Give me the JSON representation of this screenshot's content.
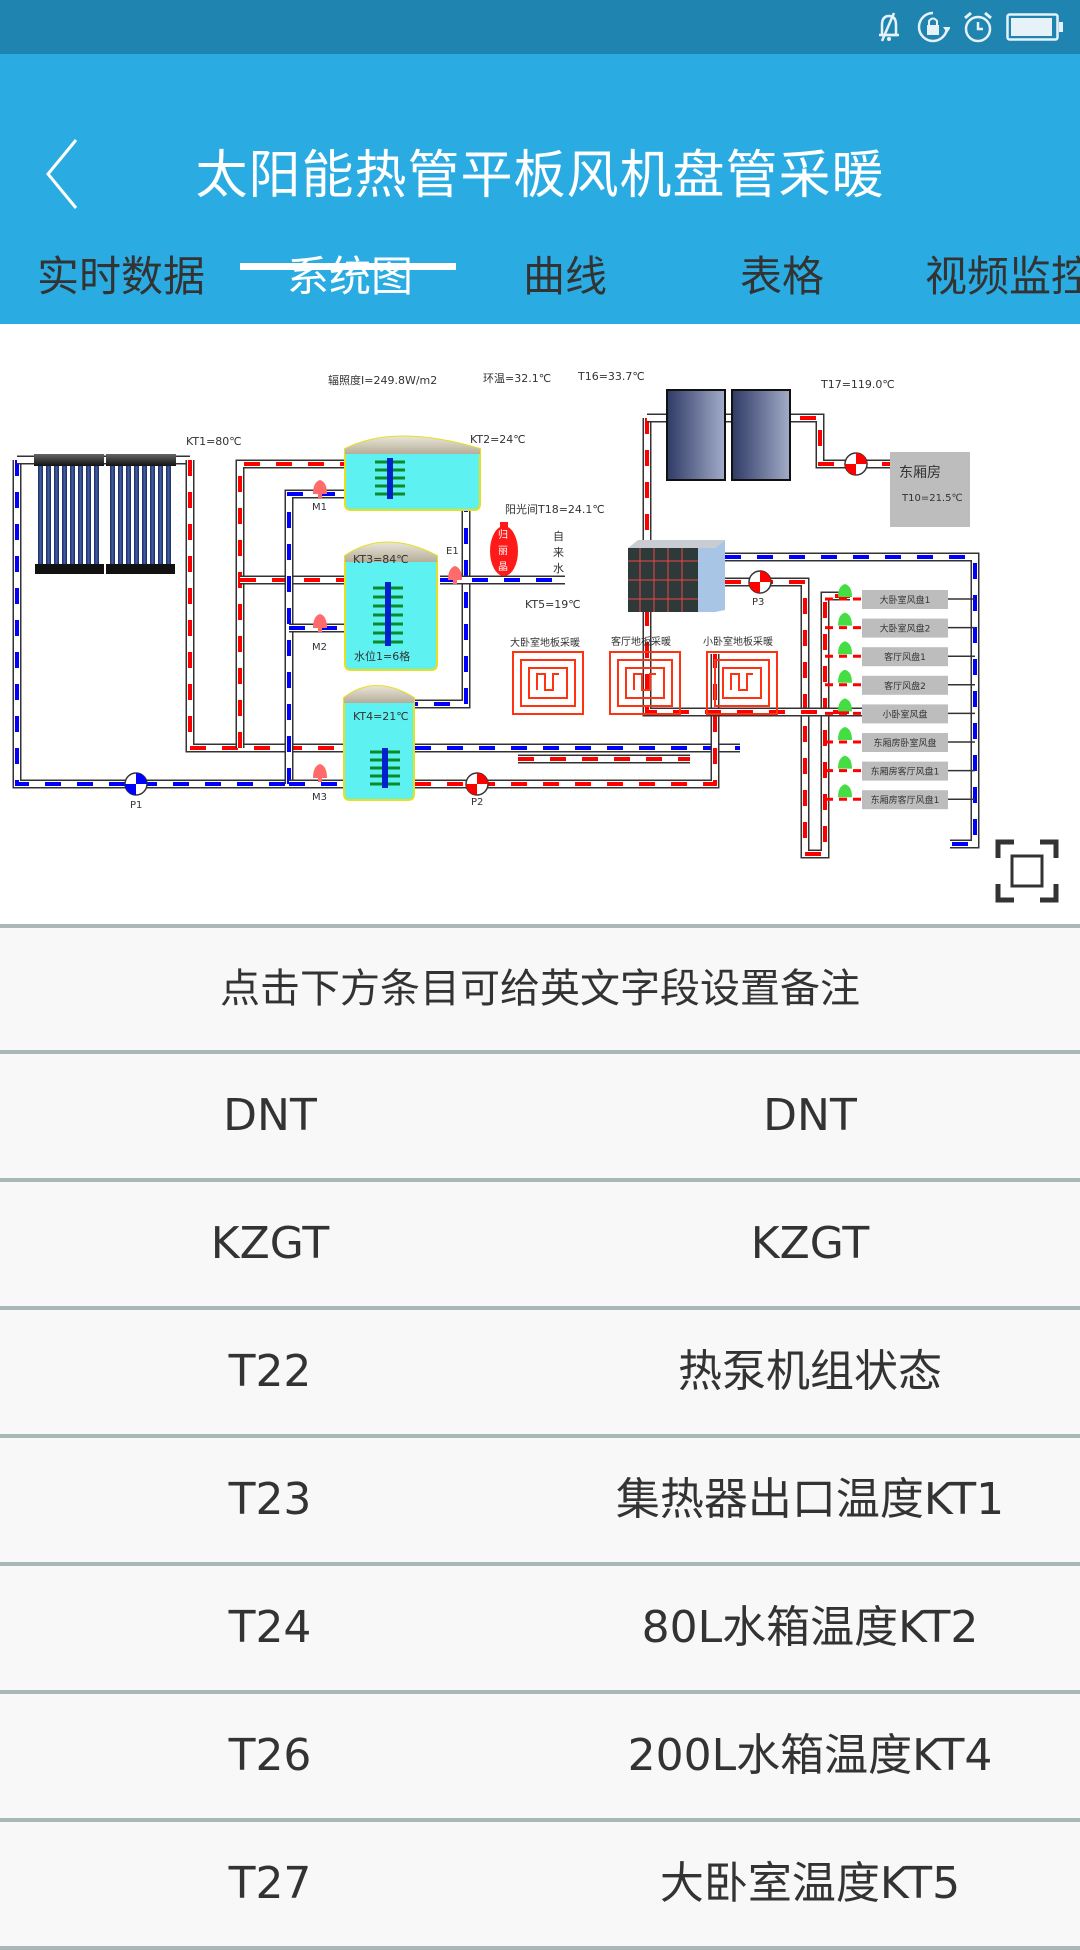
{
  "status_bar": {
    "icons": [
      "bell-muted-icon",
      "rotation-lock-icon",
      "alarm-clock-icon",
      "battery-icon"
    ]
  },
  "header": {
    "back_icon": "chevron-left-icon",
    "title": "太阳能热管平板风机盘管采暖"
  },
  "tabs": [
    {
      "label": "实时数据",
      "active": false
    },
    {
      "label": "系统图",
      "active": true
    },
    {
      "label": "曲线",
      "active": false
    },
    {
      "label": "表格",
      "active": false
    },
    {
      "label": "视频监控",
      "active": false
    }
  ],
  "diagram": {
    "irradiance": "辐照度I=249.8W/m2",
    "ambient": "环温=32.1℃",
    "t16": "T16=33.7℃",
    "t17": "T17=119.0℃",
    "kt1": "KT1=80℃",
    "kt2": "KT2=24℃",
    "kt3": "KT3=84℃",
    "kt4": "KT4=21℃",
    "kt5": "KT5=19℃",
    "sunroom": "阳光间T18=24.1℃",
    "east_room": "东厢房",
    "t10": "T10=21.5℃",
    "water_level": "水位1=6格",
    "expansion_tank": [
      "归",
      "丽",
      "晶"
    ],
    "tap_water": [
      "自",
      "来",
      "水"
    ],
    "valves": [
      "M1",
      "M2",
      "M3",
      "E1"
    ],
    "pumps": [
      "P1",
      "P2",
      "P3"
    ],
    "floor_heating": [
      "大卧室地板采暖",
      "客厅地板采暖",
      "小卧室地板采暖"
    ],
    "fan_coils": [
      "大卧室风盘1",
      "大卧室风盘2",
      "客厅风盘1",
      "客厅风盘2",
      "小卧室风盘",
      "东厢房卧室风盘",
      "东厢房客厅风盘1",
      "东厢房客厅风盘1"
    ],
    "colors": {
      "hot": "#ff0000",
      "cold": "#0000ff",
      "tank": "#5ef1f1",
      "fan_box": "#bdbdbd"
    }
  },
  "fullscreen_icon": "fullscreen-icon",
  "table": {
    "note": "点击下方条目可给英文字段设置备注",
    "rows": [
      {
        "field": "DNT",
        "remark": "DNT"
      },
      {
        "field": "KZGT",
        "remark": "KZGT"
      },
      {
        "field": "T22",
        "remark": "热泵机组状态"
      },
      {
        "field": "T23",
        "remark": "集热器出口温度KT1"
      },
      {
        "field": "T24",
        "remark": "80L水箱温度KT2"
      },
      {
        "field": "T26",
        "remark": "200L水箱温度KT4"
      },
      {
        "field": "T27",
        "remark": "大卧室温度KT5"
      }
    ]
  }
}
